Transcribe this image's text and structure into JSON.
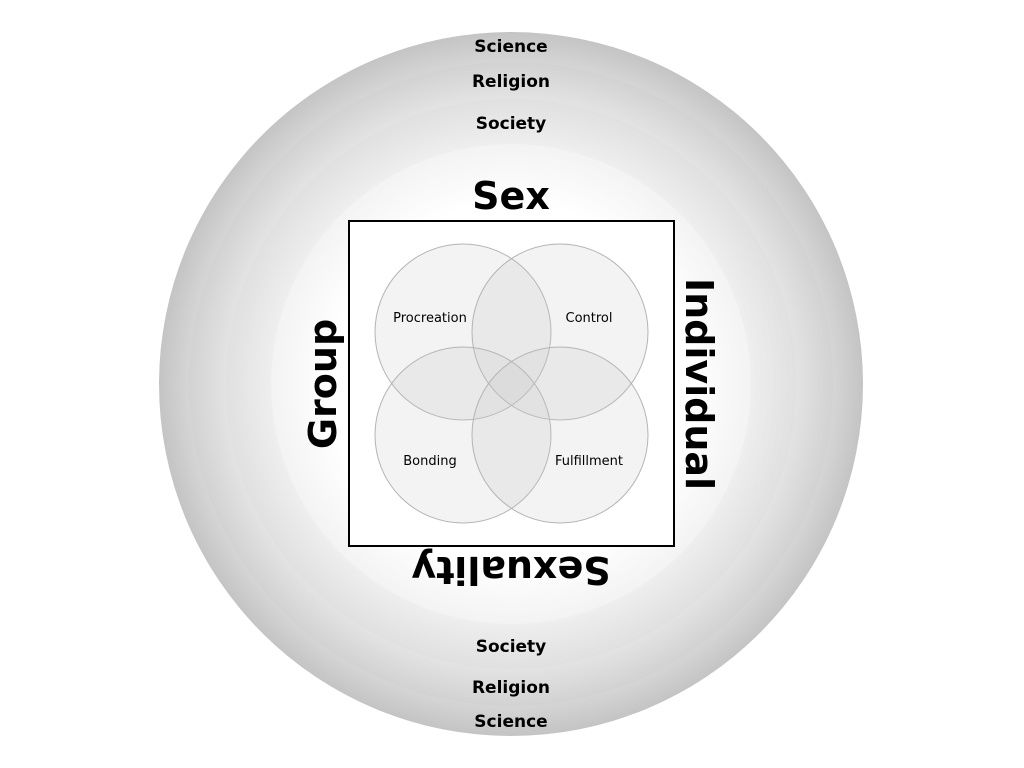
{
  "rings": {
    "outer_label": "Science",
    "middle_label": "Religion",
    "inner_label": "Society"
  },
  "square": {
    "top": "Sex",
    "bottom": "Sexuality",
    "left": "Group",
    "right": "Individual"
  },
  "circles": {
    "top_left": "Procreation",
    "top_right": "Control",
    "bottom_left": "Bonding",
    "bottom_right": "Fulfillment"
  },
  "colors": {
    "ring_outer": "#c8c8c8",
    "ring_middle": "#d9d9d9",
    "ring_inner": "#e8e8e8",
    "center_glow": "#ffffff",
    "circle_fill": "#f2f2f2",
    "circle_stroke": "#b4b4b4",
    "square_stroke": "#000000"
  }
}
